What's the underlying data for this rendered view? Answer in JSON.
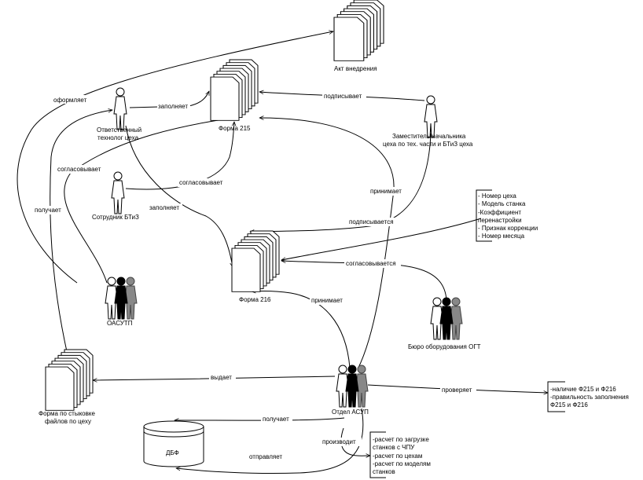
{
  "nodes": {
    "akt": "Акт внедрения",
    "forma215": "Форма 215",
    "forma216": "Форма 216",
    "forma_stykovka": [
      "Форма по стыковке",
      "файлов по цеху"
    ],
    "otv_tech": [
      "Ответственный",
      "технолог цеха"
    ],
    "zam_nach": [
      "Заместитель начальника",
      "цеха по тех. части и БТиЗ цеха"
    ],
    "sotr_btiz": "Сотрудник БТиЗ",
    "oasutp": "ОАСУТП",
    "buro_ogt": "Бюро оборудования ОГТ",
    "otdel_asup": "Отдел АСУП",
    "dbf": "ДБФ"
  },
  "notes": {
    "forma216_fields": [
      "- Номер цеха",
      "- Модель станка",
      "-Коэффициент",
      "перенастройки",
      "- Признак коррекции",
      "- Номер месяца"
    ],
    "checks": [
      "-наличие Ф215 и Ф216",
      "-правильность заполнения",
      "Ф215 и Ф216"
    ],
    "calcs": [
      "-расчет по загрузке",
      "станков с ЧПУ",
      "-расчет по цехам",
      "-расчет по моделям",
      "станков"
    ]
  },
  "edges": {
    "oformlyaet": "оформляет",
    "zapolnyaet1": "заполняет",
    "podpisyvaet": "подписывает",
    "soglasovyvaet1": "согласовывает",
    "soglasovyvaet2": "согласовывает",
    "poluchaet1": "получает",
    "zapolnyaet2": "заполняет",
    "prinimaet1": "принимает",
    "podpisyvaetsya": "подписывается",
    "soglasovyvaetsya": "согласовывается",
    "prinimaet2": "принимает",
    "vydaet": "выдает",
    "proveryaet": "проверяет",
    "poluchaet2": "получает",
    "proizvodit": "производит",
    "otpravlyaet": "отправляет"
  }
}
